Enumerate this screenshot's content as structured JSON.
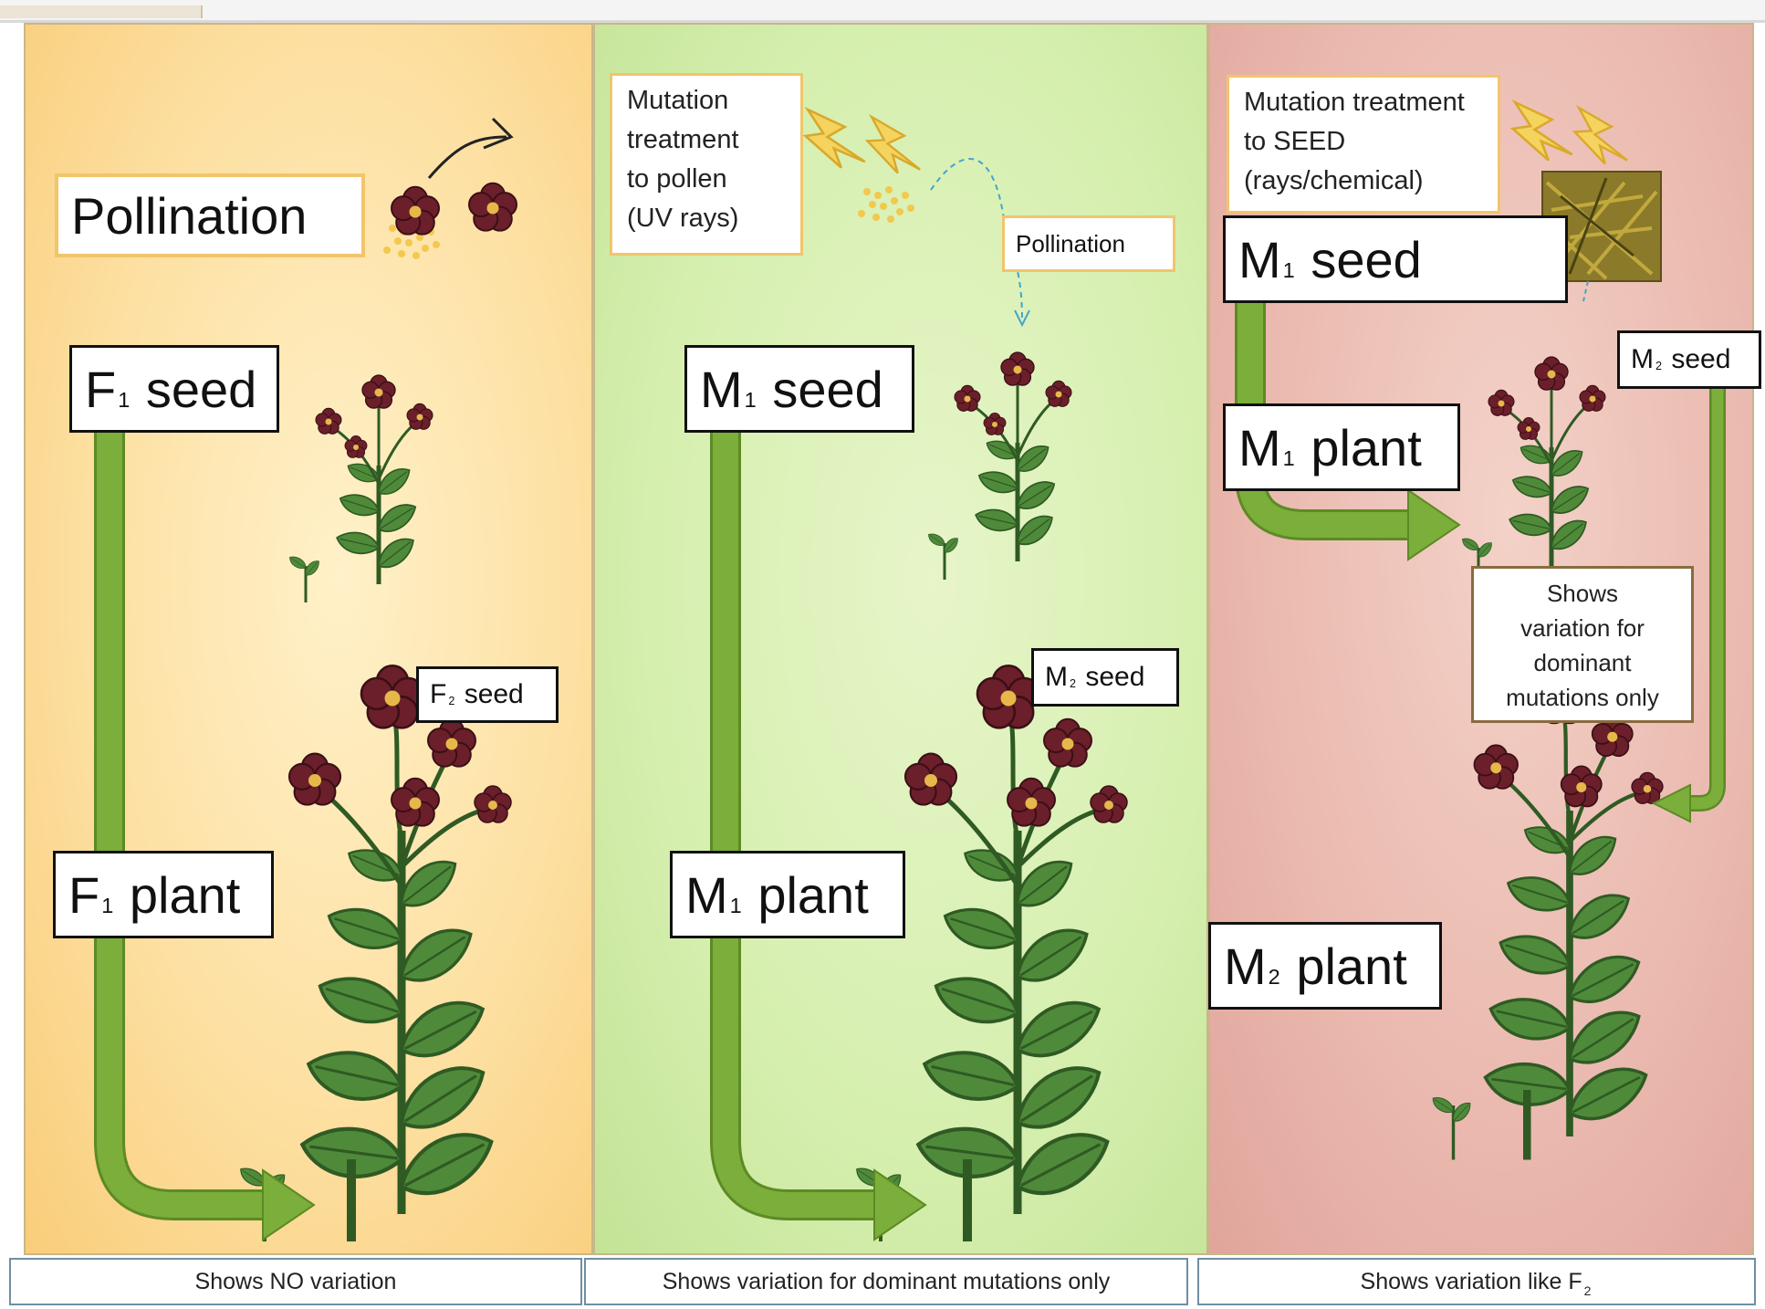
{
  "panels": [
    {
      "id": "conventional-cross",
      "bg_color": "#fddfa0",
      "process_label": "Pollination",
      "seed_label": {
        "letter": "F",
        "sub": "1",
        "text": "seed"
      },
      "plant_label": {
        "letter": "F",
        "sub": "1",
        "text": "plant"
      },
      "next_seed_label": {
        "letter": "F",
        "sub": "2",
        "text": "seed"
      },
      "caption": "Shows NO variation"
    },
    {
      "id": "pollen-mutation",
      "bg_color": "#d5efae",
      "treatment_note": "Mutation\ntreatment\nto pollen\n(UV rays)",
      "process_label": "Pollination",
      "seed_label": {
        "letter": "M",
        "sub": "1",
        "text": "seed"
      },
      "plant_label": {
        "letter": "M",
        "sub": "1",
        "text": "plant"
      },
      "next_seed_label": {
        "letter": "M",
        "sub": "2",
        "text": "seed"
      },
      "caption": "Shows variation for dominant mutations only"
    },
    {
      "id": "seed-mutation",
      "bg_color": "#eab8ae",
      "treatment_note": "Mutation treatment\nto SEED\n(rays/chemical)",
      "seed_label": {
        "letter": "M",
        "sub": "1",
        "text": "seed"
      },
      "plant_label": {
        "letter": "M",
        "sub": "1",
        "text": "plant"
      },
      "next_seed_label": {
        "letter": "M",
        "sub": "2",
        "text": "seed"
      },
      "next_plant_label": {
        "letter": "M",
        "sub": "2",
        "text": "plant"
      },
      "variation_note": "Shows\nvariation for\ndominant\nmutations only",
      "caption": "Shows variation like F",
      "caption_sub": "2"
    }
  ],
  "colors": {
    "arrow_green": "#7bae3b",
    "arrow_dark": "#5d8a24",
    "leaf": "#4f8a3a",
    "leaf_dark": "#2f5a23",
    "flower": "#6b1f2a",
    "pollen": "#f2c94c",
    "bolt": "#f4d35e"
  },
  "icons": [
    "lightning-bolt-icon",
    "pollen-icon",
    "flower-icon",
    "plant-icon",
    "seed-texture-icon"
  ]
}
